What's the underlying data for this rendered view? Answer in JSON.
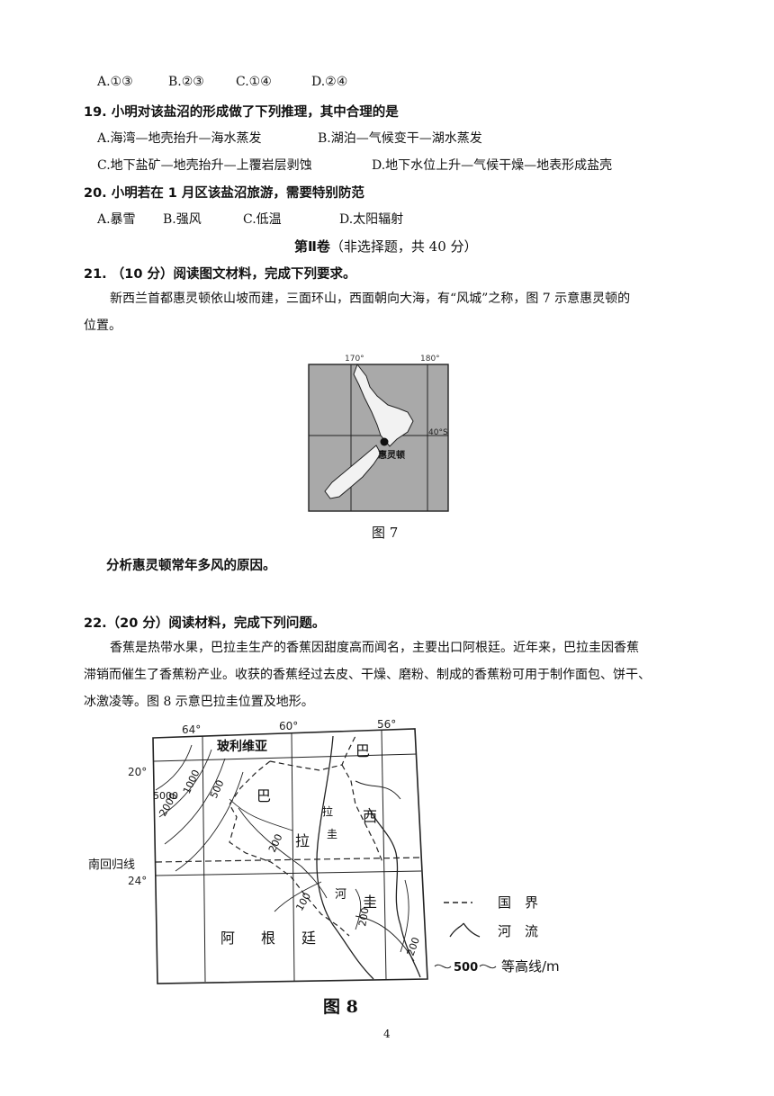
{
  "q18": {
    "options": [
      "A.①③",
      "B.②③",
      "C.①④",
      "D.②④"
    ]
  },
  "q19": {
    "stem": "19.  小明对该盐沼的形成做了下列推理，其中合理的是",
    "options": [
      "A.海湾—地壳抬升—海水蒸发",
      "B.湖泊—气候变干—湖水蒸发",
      "C.地下盐矿—地壳抬升—上覆岩层剥蚀",
      "D.地下水位上升—气候干燥—地表形成盐壳"
    ]
  },
  "q20": {
    "stem": "20.  小明若在 1 月区该盐沼旅游，需要特别防范",
    "options": [
      "A.暴雪",
      "B.强风",
      "C.低温",
      "D.太阳辐射"
    ]
  },
  "section2": {
    "title": "第Ⅱ卷",
    "subtitle": "（非选择题，共 40 分）"
  },
  "q21": {
    "stem": "21.  （10 分）阅读图文材料，完成下列要求。",
    "material_line1": "新西兰首都惠灵顿依山坡而建，三面环山，西面朝向大海，有“风城”之称，图 7 示意惠灵顿的",
    "material_line2": "位置。",
    "figure": {
      "lon1": "170°",
      "lon2": "180°",
      "lat": "40°S",
      "city": "惠灵顿",
      "caption": "图 7"
    },
    "question": "分析惠灵顿常年多风的原因。"
  },
  "q22": {
    "stem": "22.（20 分）阅读材料，完成下列问题。",
    "material_line1": "香蕉是热带水果，巴拉圭生产的香蕉因甜度高而闻名，主要出口阿根廷。近年来，巴拉圭因香蕉",
    "material_line2": "滞销而催生了香蕉粉产业。收获的香蕉经过去皮、干燥、磨粉、制成的香蕉粉可用于制作面包、饼干、",
    "material_line3": "冰激凌等。图 8 示意巴拉圭位置及地形。",
    "figure": {
      "lon1": "64°",
      "lon2": "60°",
      "lon3": "56°",
      "lat1": "20°",
      "lat2": "24°",
      "tropic": "南回归线",
      "country_bolivia": "玻利维亚",
      "country_brazil_1": "巴",
      "country_brazil_2": "西",
      "country_paraguay_1": "巴",
      "country_paraguay_2": "拉",
      "country_paraguay_3": "圭",
      "country_argentina_1": "阿",
      "country_argentina_2": "根",
      "country_argentina_3": "廷",
      "river_1": "拉",
      "river_2": "圭",
      "river_3": "河",
      "contours": [
        "5000",
        "2000",
        "1000",
        "500",
        "200",
        "100",
        "200",
        "200"
      ],
      "legend_border": "国　界",
      "legend_river": "河　流",
      "legend_contour_value": "500",
      "legend_contour": "等高线/m",
      "caption": "图 8"
    }
  },
  "page_number": "4"
}
